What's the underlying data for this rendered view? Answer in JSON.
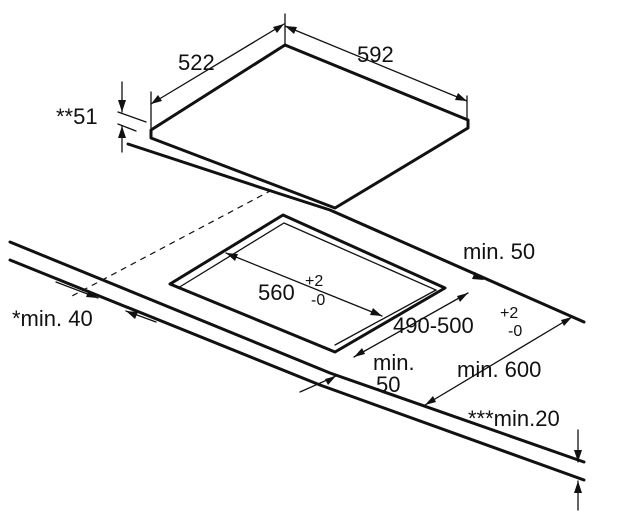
{
  "labels": {
    "depth": "522",
    "width": "592",
    "thickness": "**51",
    "cutout_width": "560",
    "cutout_width_tol_plus": "+2",
    "cutout_width_tol_minus": "-0",
    "cutout_depth": "490-500",
    "cutout_depth_tol_plus": "+2",
    "cutout_depth_tol_minus": "-0",
    "rear_clearance": "min. 50",
    "side_clearance": "*min. 40",
    "front_clearance_line1": "min.",
    "front_clearance_line2": "50",
    "worktop_depth": "min. 600",
    "worktop_thickness": "***min.20"
  }
}
